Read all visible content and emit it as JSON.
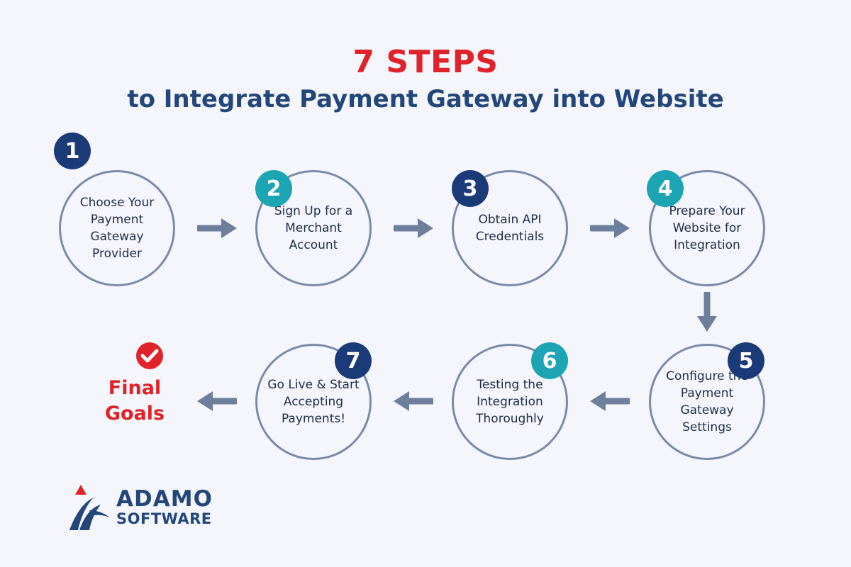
{
  "header": {
    "title": "7 STEPS",
    "subtitle": "to Integrate Payment Gateway into Website"
  },
  "steps": [
    {
      "number": "1",
      "text": "Choose Your Payment Gateway Provider",
      "badge_color": "#1b3a78"
    },
    {
      "number": "2",
      "text": "Sign Up for a Merchant Account",
      "badge_color": "#1ea5b4"
    },
    {
      "number": "3",
      "text": "Obtain API Credentials",
      "badge_color": "#1b3a78"
    },
    {
      "number": "4",
      "text": "Prepare Your Website for Integration",
      "badge_color": "#1ea5b4"
    },
    {
      "number": "5",
      "text": "Configure the Payment Gateway Settings",
      "badge_color": "#1b3a78"
    },
    {
      "number": "6",
      "text": "Testing the Integration Thoroughly",
      "badge_color": "#1ea5b4"
    },
    {
      "number": "7",
      "text": "Go Live & Start Accepting Payments!",
      "badge_color": "#1b3a78"
    }
  ],
  "final": {
    "line1": "Final",
    "line2": "Goals",
    "icon": "check-circle-icon"
  },
  "logo": {
    "name_top": "ADAMO",
    "name_bottom": "SOFTWARE"
  },
  "colors": {
    "accent_red": "#e0232a",
    "navy": "#1b3a78",
    "teal": "#1ea5b4",
    "ring": "#7a8aa6",
    "arrow": "#6d7f9c",
    "background": "#f4f6fb"
  }
}
